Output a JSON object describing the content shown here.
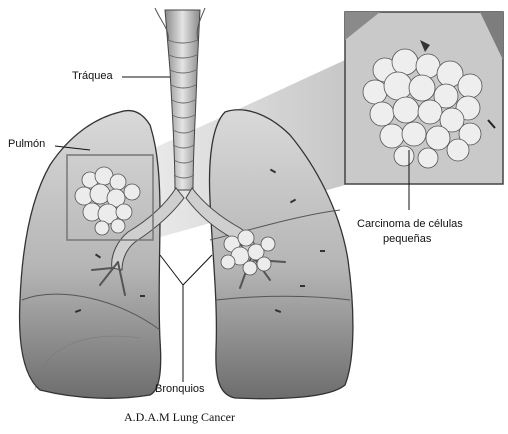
{
  "labels": {
    "trachea": "Tráquea",
    "lung": "Pulmón",
    "carcinoma_line1": "Carcinoma de células",
    "carcinoma_line2": "pequeñas",
    "bronchi": "Bronquios"
  },
  "caption": "A.D.A.M Lung Cancer",
  "icons": {
    "lungs": "lungs-illustration",
    "inset": "tumor-closeup-illustration"
  }
}
